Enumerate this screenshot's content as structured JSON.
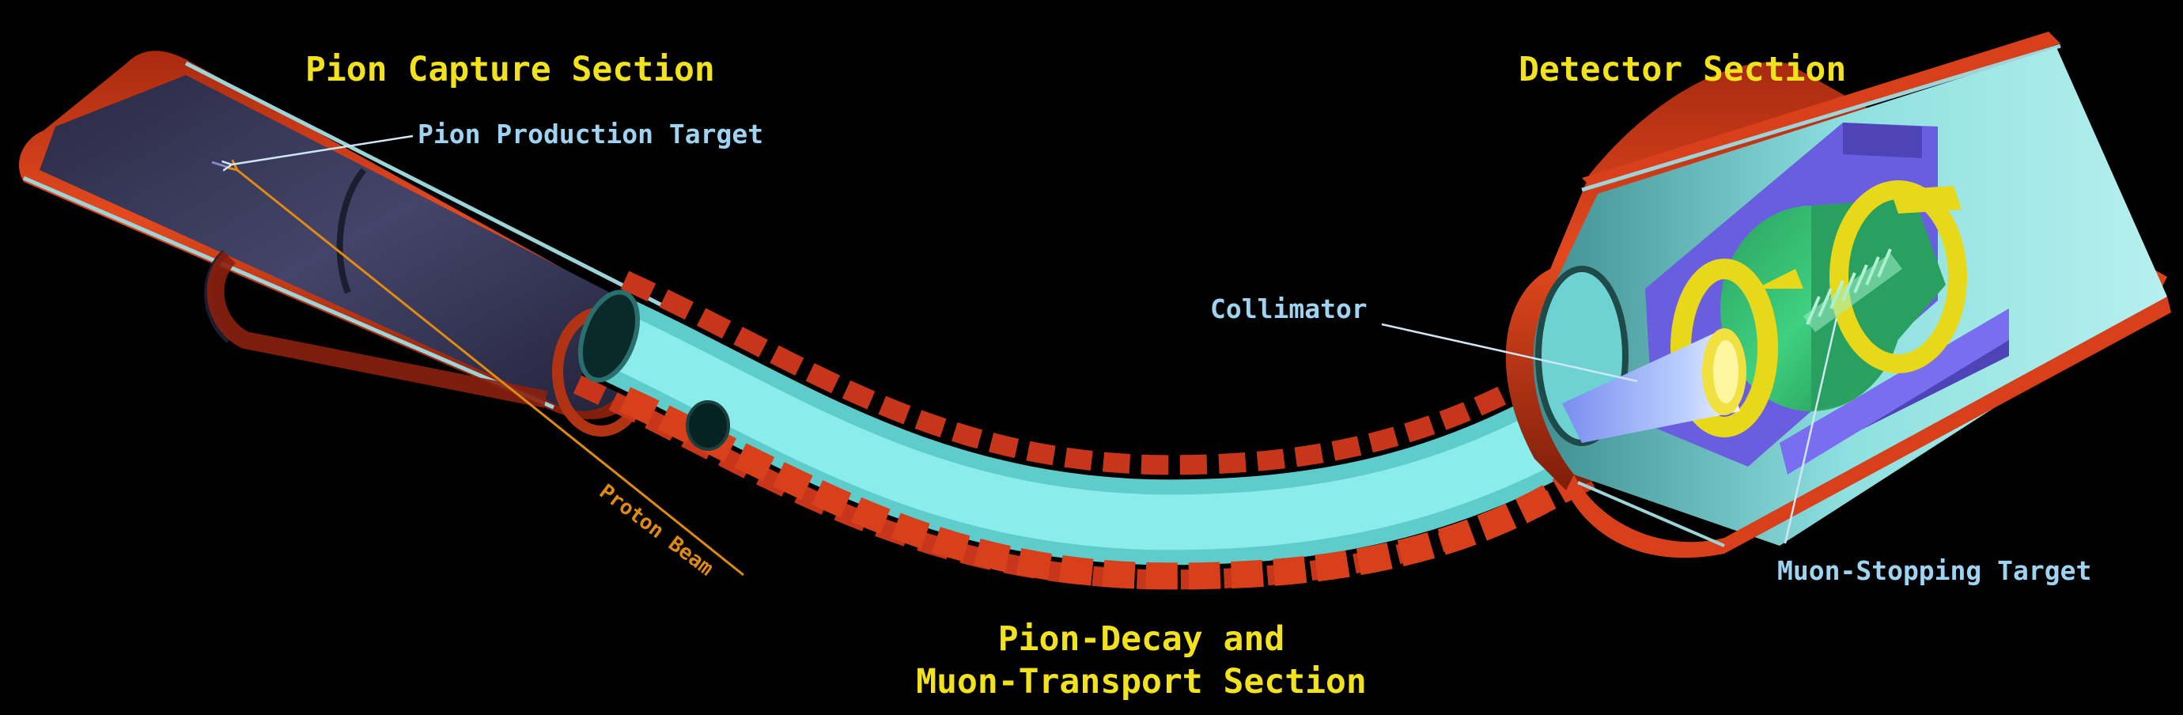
{
  "sections": {
    "pion_capture": "Pion Capture Section",
    "detector": "Detector Section",
    "transport_line1": "Pion-Decay and",
    "transport_line2": "Muon-Transport Section"
  },
  "callouts": {
    "pion_production_target": "Pion Production Target",
    "collimator": "Collimator",
    "muon_stopping_target": "Muon-Stopping Target",
    "proton_beam": "Proton Beam"
  },
  "colors": {
    "background": "#000000",
    "section_label": "#f2e21d",
    "callout_label": "#9ed4f2",
    "proton_beam": "#e08a12",
    "solenoid_shell": "#d8401c",
    "transport_bore": "#7fe3e3",
    "capture_bore": "#3a3a58",
    "detector_blue_block": "#6a5ee0",
    "detector_green": "#36c87a",
    "detector_yellow": "#e8d81a"
  },
  "components": [
    "pion-capture-solenoid",
    "transport-solenoid",
    "detector-solenoid",
    "collimator",
    "muon-stopping-target",
    "pion-production-target",
    "proton-beam"
  ]
}
